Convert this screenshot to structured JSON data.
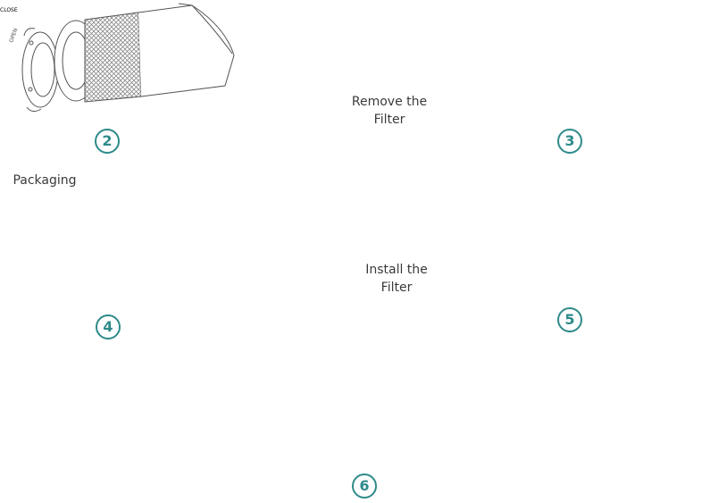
{
  "colors": {
    "accent": "#2f8a8a",
    "line": "#555555",
    "mesh": "#8a8a8a",
    "packaging": "#6f6f6f"
  },
  "steps": [
    {
      "number": "2",
      "tag": "OPEN"
    },
    {
      "number": "3",
      "caption_line1": "Remove the",
      "caption_line2": "Filter"
    },
    {
      "number": "4",
      "caption": "Packaging"
    },
    {
      "number": "5",
      "caption_line1": "Install the",
      "caption_line2": "Filter"
    },
    {
      "number": "6",
      "tag": "CLOSE"
    }
  ]
}
